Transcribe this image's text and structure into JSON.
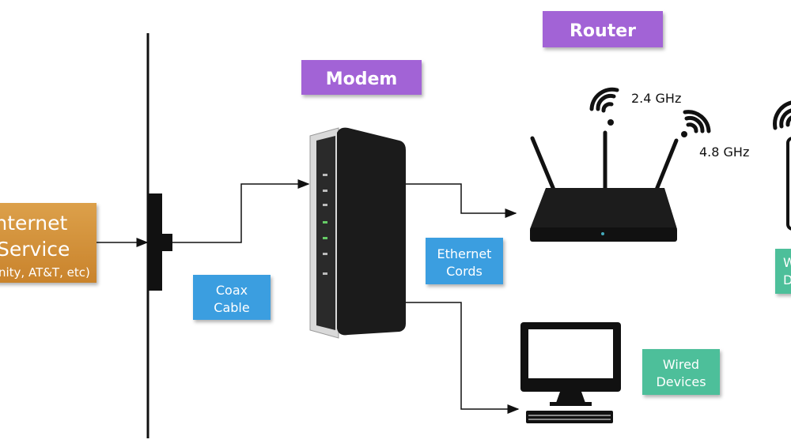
{
  "internet_service": {
    "line1": "Internet",
    "line2": "Service",
    "line3": "nity, AT&T, etc)"
  },
  "coax": {
    "line1": "Coax",
    "line2": "Cable"
  },
  "modem": {
    "title": "Modem"
  },
  "router": {
    "title": "Router"
  },
  "ethernet": {
    "line1": "Ethernet",
    "line2": "Cords"
  },
  "wired": {
    "line1": "Wired",
    "line2": "Devices"
  },
  "wireless": {
    "line1": "Wireless",
    "line2": "Devices"
  },
  "bands": {
    "band1": "2.4 GHz",
    "band2": "4.8 GHz"
  },
  "colors": {
    "orange": "#d4923a",
    "blue": "#3a9ee0",
    "purple": "#a264d6",
    "teal": "#4dbf9a"
  },
  "icons": [
    "modem-icon",
    "router-icon",
    "wifi-icon",
    "desktop-computer-icon",
    "phone-icon",
    "wall-jack-icon"
  ]
}
